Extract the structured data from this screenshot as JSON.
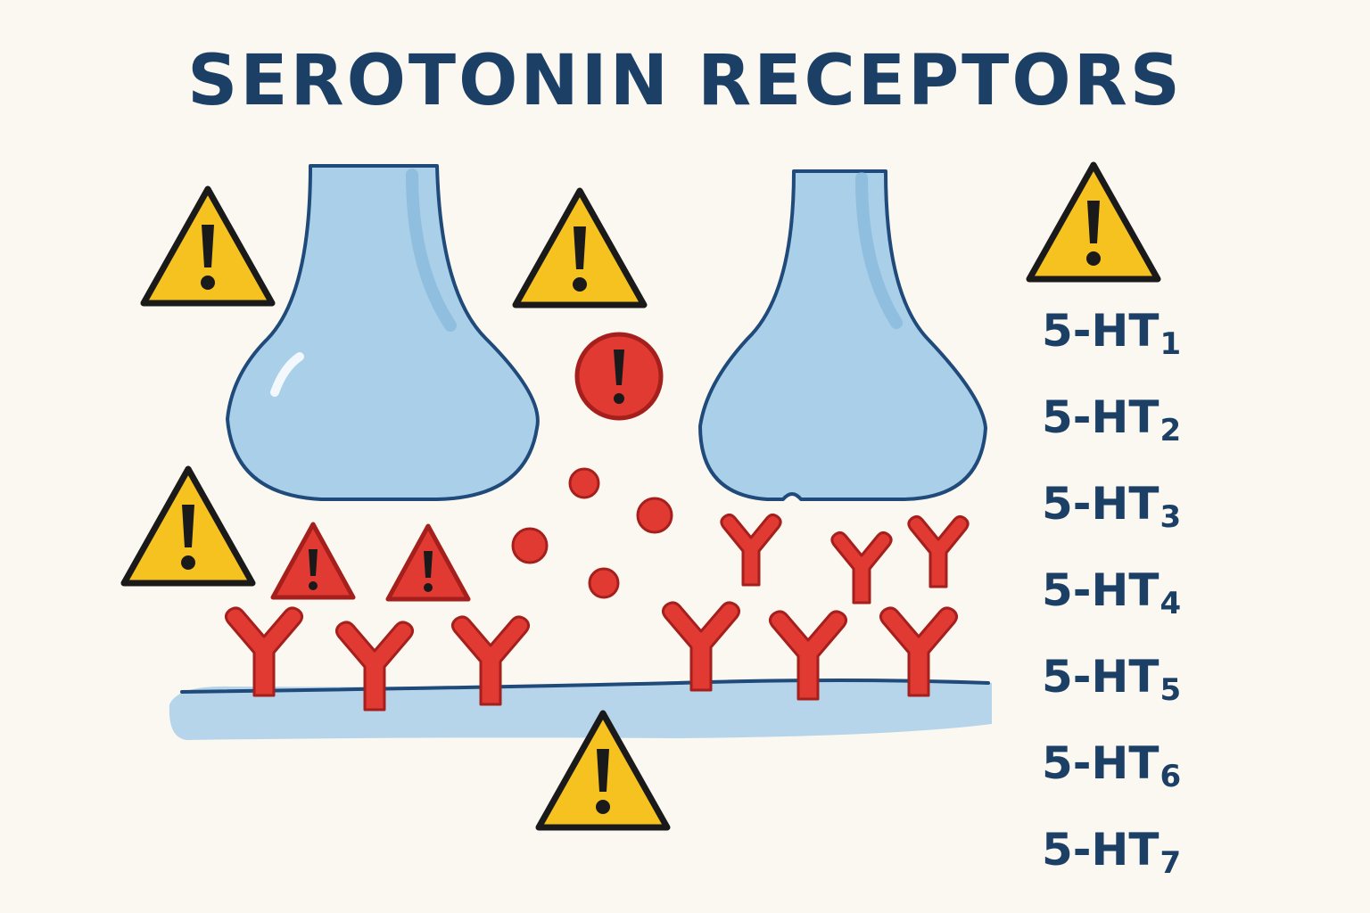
{
  "title": "SEROTONIN RECEPTORS",
  "receptors": [
    {
      "prefix": "5-HT",
      "sub": "1"
    },
    {
      "prefix": "5-HT",
      "sub": "2"
    },
    {
      "prefix": "5-HT",
      "sub": "3"
    },
    {
      "prefix": "5-HT",
      "sub": "4"
    },
    {
      "prefix": "5-HT",
      "sub": "5"
    },
    {
      "prefix": "5-HT",
      "sub": "6"
    },
    {
      "prefix": "5-HT",
      "sub": "7"
    }
  ],
  "icons": {
    "warning": "warning-triangle-icon",
    "alert": "alert-circle-icon"
  },
  "colors": {
    "title": "#1c3f66",
    "neuron_fill": "#a9cfe9",
    "neuron_stroke": "#1f4a7a",
    "receptor": "#e03a33",
    "receptor_stroke": "#a51f1c",
    "warning_yellow": "#f5c220",
    "background": "#fbf8f1"
  }
}
